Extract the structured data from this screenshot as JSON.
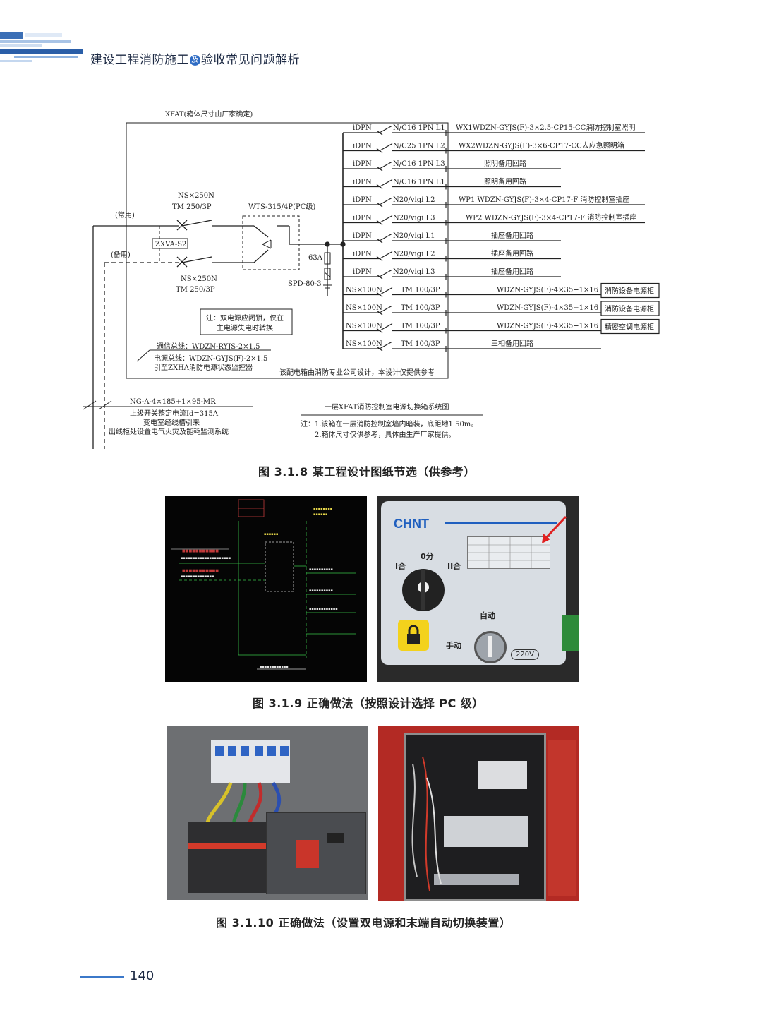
{
  "header": {
    "title_a": "建设工程消防施工",
    "amp": "及",
    "title_b": "验收常见问题解析"
  },
  "schematic": {
    "box_title": "XFAT(箱体尺寸由厂家确定)",
    "changyong": "(常用)",
    "beiyong": "(备用)",
    "breaker_top": [
      "NS×250N",
      "TM 250/3P"
    ],
    "breaker_bottom": [
      "NS×250N",
      "TM 250/3P"
    ],
    "zxva": "ZXVA-S2",
    "wts": "WTS-315/4P(PC级)",
    "fuse": "63A",
    "spd": "SPD-80-3",
    "note_box": [
      "注：双电源应闭锁，仅在",
      "主电源失电时转换"
    ],
    "bus_comm": "通信总线：WDZN-RYJS-2×1.5",
    "bus_power": [
      "电源总线：WDZN-GYJS(F)-2×1.5",
      "引至ZXHA消防电源状态监控器"
    ],
    "box_footer": "该配电箱由消防专业公司设计，本设计仅提供参考",
    "feeder": "NG-A-4×185+1×95-MR",
    "feeder_notes": [
      "上级开关整定电流Id=315A",
      "变电室经线槽引来",
      "出线柜处设置电气火灾及能耗监测系统"
    ],
    "diagram_title": "一层XFAT消防控制室电源切换箱系统图",
    "notes": [
      "注：1.该箱在一层消防控制室墙内暗装，底距地1.50m。",
      "2.箱体尺寸仅供参考，具体由生产厂家提供。"
    ],
    "circuits": [
      {
        "type": "iDPN",
        "spec": "N/C16   1PN   L1",
        "desc": "WX1WDZN-GYJS(F)-3×2.5-CP15-CC消防控制室照明"
      },
      {
        "type": "iDPN",
        "spec": "N/C25   1PN   L2",
        "desc": "WX2WDZN-GYJS(F)-3×6-CP17-CC去应急照明箱"
      },
      {
        "type": "iDPN",
        "spec": "N/C16   1PN   L3",
        "desc": "照明备用回路"
      },
      {
        "type": "iDPN",
        "spec": "N/C16   1PN   L1",
        "desc": "照明备用回路"
      },
      {
        "type": "iDPN",
        "spec": "N20/vigi   L2",
        "desc": "WP1 WDZN-GYJS(F)-3×4-CP17-F   消防控制室插座"
      },
      {
        "type": "iDPN",
        "spec": "N20/vigi   L3",
        "desc": "WP2 WDZN-GYJS(F)-3×4-CP17-F   消防控制室插座"
      },
      {
        "type": "iDPN",
        "spec": "N20/vigi   L1",
        "desc": "插座备用回路"
      },
      {
        "type": "iDPN",
        "spec": "N20/vigi   L2",
        "desc": "插座备用回路"
      },
      {
        "type": "iDPN",
        "spec": "N20/vigi   L3",
        "desc": "插座备用回路"
      },
      {
        "type": "NS×100N",
        "spec": "TM 100/3P",
        "desc": "WDZN-GYJS(F)-4×35+1×16",
        "tag": "消防设备电源柜"
      },
      {
        "type": "NS×100N",
        "spec": "TM 100/3P",
        "desc": "WDZN-GYJS(F)-4×35+1×16",
        "tag": "消防设备电源柜"
      },
      {
        "type": "NS×100N",
        "spec": "TM 100/3P",
        "desc": "WDZN-GYJS(F)-4×35+1×16",
        "tag": "精密空调电源柜"
      },
      {
        "type": "NS×100N",
        "spec": "TM 100/3P",
        "desc": "三相备用回路"
      }
    ]
  },
  "captions": {
    "fig8": "图 3.1.8   某工程设计图纸节选（供参考）",
    "fig9": "图 3.1.9   正确做法（按照设计选择 PC 级）",
    "fig10": "图 3.1.10   正确做法（设置双电源和末端自动切换装置）"
  },
  "photo_labels": {
    "brand": "CHNT",
    "i_he": "I合",
    "zero": "0分",
    "ii_he": "II合",
    "auto": "自动",
    "manual": "手动",
    "voltage": "220V"
  },
  "page_number": "140"
}
